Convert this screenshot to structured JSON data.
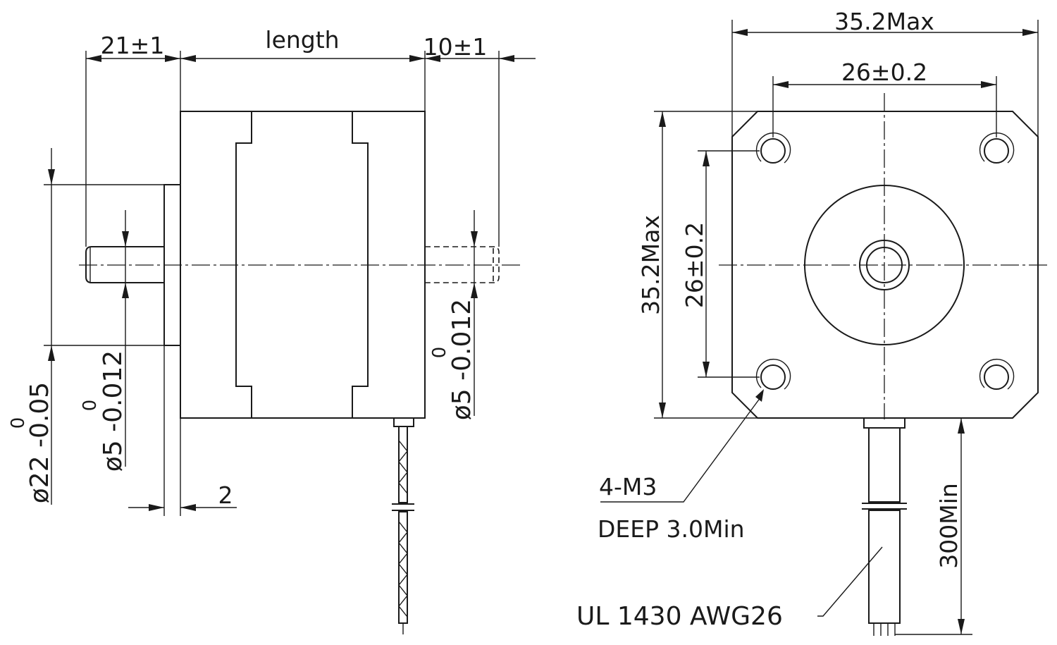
{
  "side_view": {
    "flange_length": "21±1",
    "body_length": "length",
    "rear_shaft_length": "10±1",
    "pilot_tol": "0",
    "pilot_dia": "ø22 -0.05",
    "front_shaft_tol": "0",
    "front_shaft_dia": "ø5 -0.012",
    "rear_shaft_tol": "0",
    "rear_shaft_dia": "ø5 -0.012",
    "flange_thickness": "2"
  },
  "front_view": {
    "width_max": "35.2Max",
    "hole_spacing_h": "26±0.2",
    "height_max": "35.2Max",
    "hole_spacing_v": "26±0.2",
    "thread": "4-M3",
    "depth": "DEEP 3.0Min",
    "lead_length": "300Min",
    "wire_spec": "UL 1430 AWG26"
  }
}
